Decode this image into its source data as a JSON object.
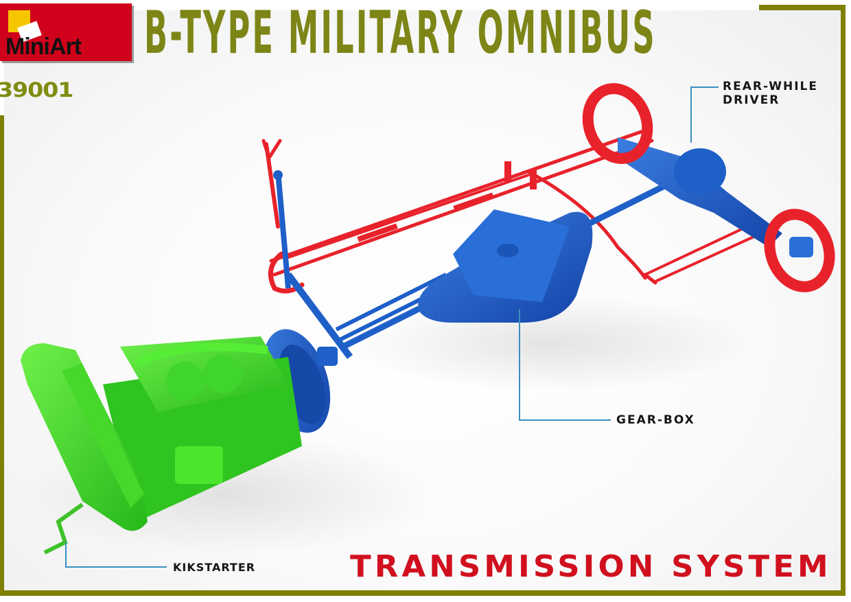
{
  "brand": {
    "logo_text": "MiniArt",
    "kit_number": "39001"
  },
  "header": {
    "title": "B-TYPE MILITARY OMNIBUS"
  },
  "callouts": [
    {
      "id": "rear-wheel-driver",
      "lines": [
        "REAR-WHILE",
        "DRIVER"
      ]
    },
    {
      "id": "gear-box",
      "lines": [
        "GEAR-BOX"
      ]
    },
    {
      "id": "kickstarter",
      "lines": [
        "KIKSTARTER"
      ]
    }
  ],
  "caption": "TRANSMISSION SYSTEM",
  "colors": {
    "frame": "#7f7f00",
    "title": "#7d8516",
    "caption": "#d0101e",
    "logo_bg": "#d0021b",
    "engine": "#3fe02a",
    "drivetrain": "#1e5fc8",
    "linkage": "#e8222b",
    "leader_line": "#3a8fc0"
  }
}
